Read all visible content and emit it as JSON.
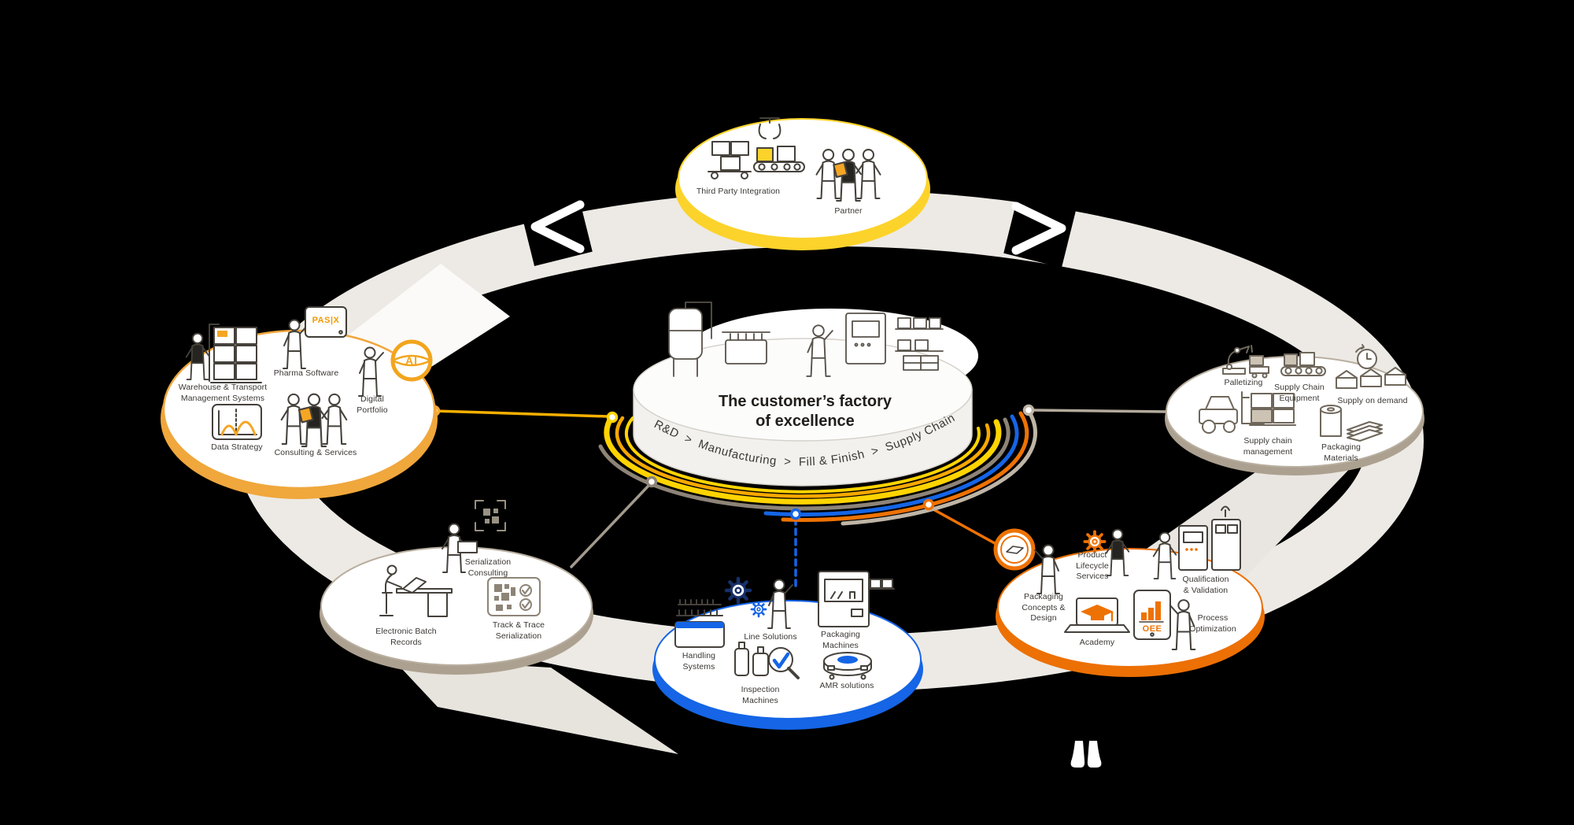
{
  "center": {
    "title": "The customer’s factory\nof excellence",
    "flow_text": "R&D  >  Manufacturing  >  Fill & Finish  >  Supply Chain"
  },
  "circles": {
    "partner": {
      "third_party": "Third Party Integration",
      "partner": "Partner"
    },
    "software": {
      "warehouse": "Warehouse & Transport\nManagement Systems",
      "pharma": "Pharma Software",
      "digital": "Digital\nPortfolio",
      "data": "Data Strategy",
      "consulting": "Consulting & Services",
      "screen": "PAS|X",
      "badge": "AI"
    },
    "serialization": {
      "consulting": "Serialization\nConsulting",
      "ebr": "Electronic Batch\nRecords",
      "track": "Track & Trace\nSerialization"
    },
    "machines": {
      "line": "Line Solutions",
      "handling": "Handling\nSystems",
      "packaging": "Packaging\nMachines",
      "inspection": "Inspection\nMachines",
      "amr": "AMR solutions"
    },
    "services": {
      "concepts": "Packaging\nConcepts &\nDesign",
      "pls": "Product\nLifecycle\nServices",
      "qual": "Qualification\n& Validation",
      "academy": "Academy",
      "process": "Process\nOptimization",
      "oee": "OEE"
    },
    "supply": {
      "palletizing": "Palletizing",
      "equipment": "Supply Chain\nEquipment",
      "on_demand": "Supply on demand",
      "management": "Supply chain\nmanagement",
      "materials": "Packaging\nMaterials"
    }
  },
  "colors": {
    "yellow": "#fcd32b",
    "amber": "#f2a93c",
    "arc_orange": "#f7a800",
    "deep_orange": "#ee7203",
    "blue": "#1565e6",
    "taupe": "#8d8477",
    "beige": "#bfb5a6",
    "ring": "#edeae5"
  }
}
